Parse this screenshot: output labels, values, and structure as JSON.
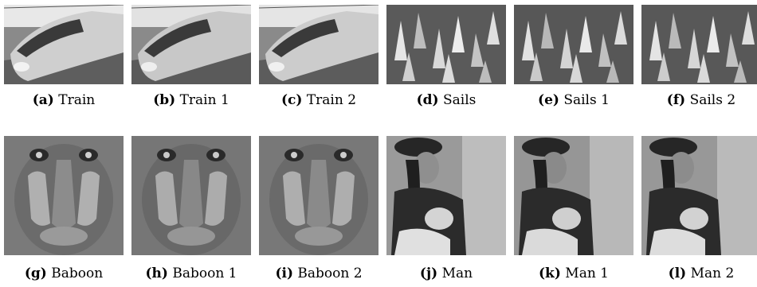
{
  "figure": {
    "row1": [
      {
        "label": "(a)",
        "name": "Train",
        "subject": "train"
      },
      {
        "label": "(b)",
        "name": "Train 1",
        "subject": "train"
      },
      {
        "label": "(c)",
        "name": "Train 2",
        "subject": "train"
      },
      {
        "label": "(d)",
        "name": "Sails",
        "subject": "sails"
      },
      {
        "label": "(e)",
        "name": "Sails 1",
        "subject": "sails"
      },
      {
        "label": "(f)",
        "name": "Sails 2",
        "subject": "sails"
      }
    ],
    "row2": [
      {
        "label": "(g)",
        "name": "Baboon",
        "subject": "baboon"
      },
      {
        "label": "(h)",
        "name": "Baboon 1",
        "subject": "baboon"
      },
      {
        "label": "(i)",
        "name": "Baboon 2",
        "subject": "baboon"
      },
      {
        "label": "(j)",
        "name": "Man",
        "subject": "man"
      },
      {
        "label": "(k)",
        "name": "Man 1",
        "subject": "man"
      },
      {
        "label": "(l)",
        "name": "Man 2",
        "subject": "man"
      }
    ]
  }
}
